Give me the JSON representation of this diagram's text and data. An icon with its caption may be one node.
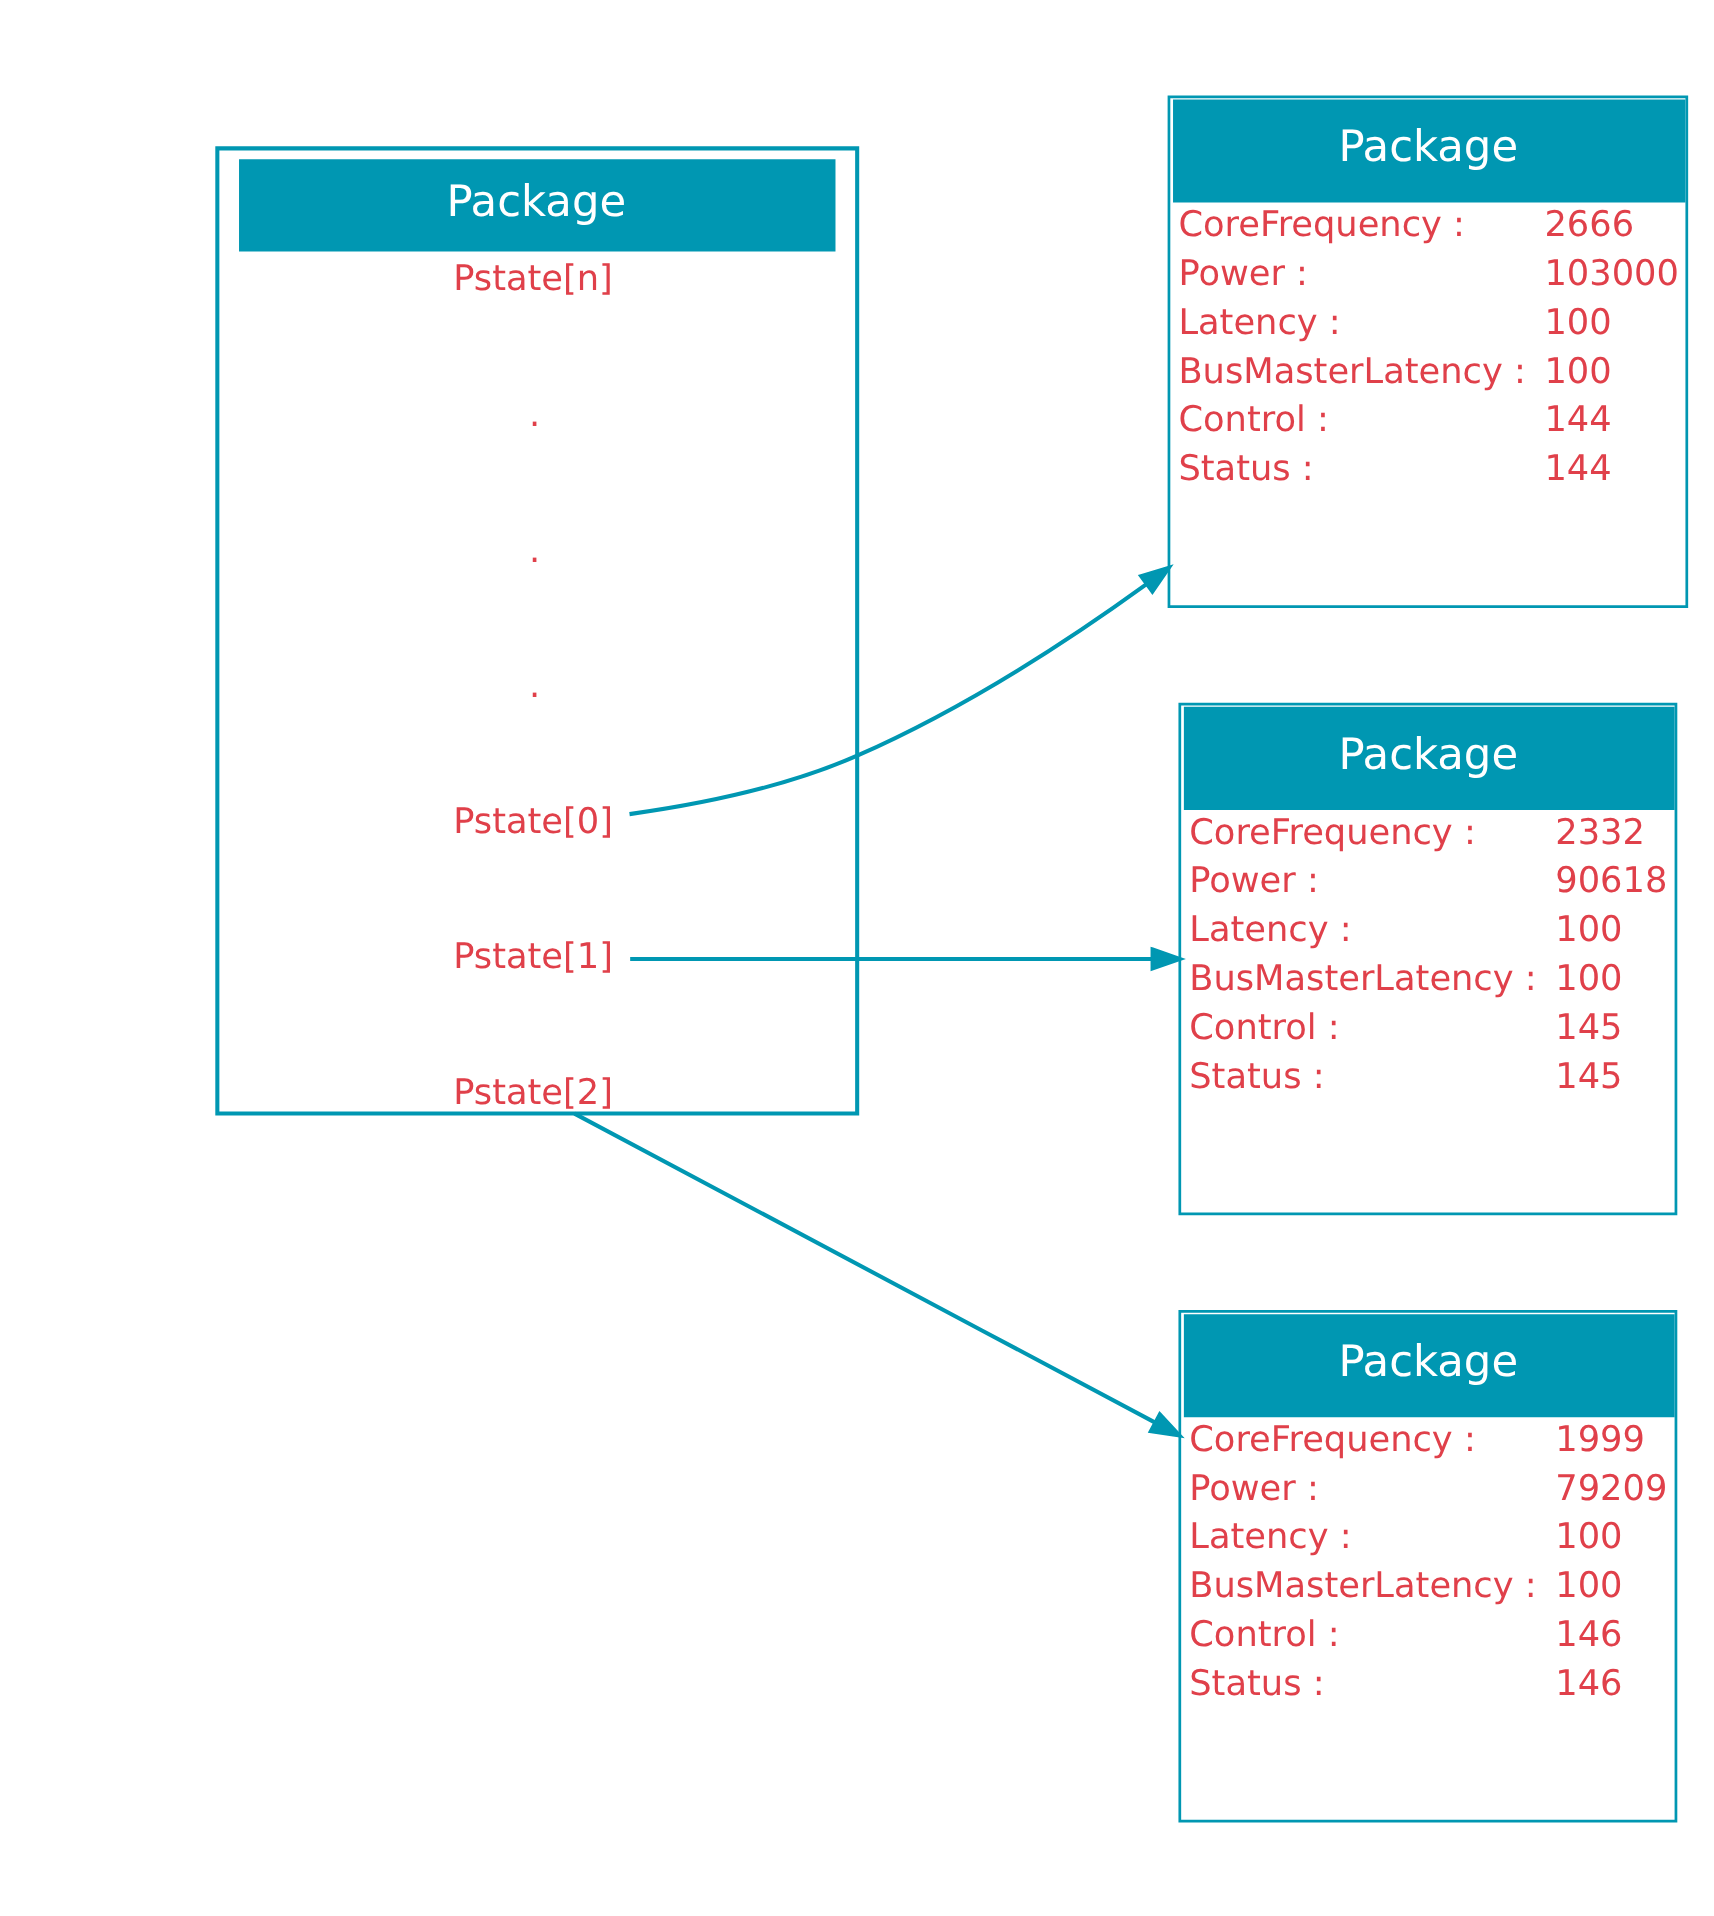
{
  "diagram": {
    "nodes": [
      {
        "text": [
          "Package"
        ]
      },
      {
        "text": [
          "Pstate[0]"
        ],
        "in": 0
      },
      {
        "text": [
          "Pstate[1]"
        ],
        "in": 0
      },
      {
        "text": [
          "Pstate[2]"
        ],
        "in": 0
      },
      {
        "text": [
          "."
        ],
        "in": 0
      },
      {
        "text": [
          "."
        ],
        "in": 0
      },
      {
        "text": [
          "."
        ],
        "in": 0
      },
      {
        "text": [
          "Pstate[n]"
        ],
        "in": 0
      },
      {
        "text": [
          "Package",
          "CoreFrequency :",
          "2666",
          "Power :",
          "103000",
          "Latency :",
          "100",
          "BusMasterLatency :",
          "100",
          "Control :",
          "144",
          "Status :",
          "144"
        ]
      },
      {
        "text": [
          "Package",
          "CoreFrequency :",
          "2332",
          "Power :",
          "90618",
          "Latency :",
          "100",
          "BusMasterLatency :",
          "100",
          "Control :",
          "145",
          "Status :",
          "145"
        ]
      },
      {
        "text": [
          "Package",
          "CoreFrequency :",
          "1999",
          "Power :",
          "79209",
          "Latency :",
          "100",
          "BusMasterLatency :",
          "100",
          "Control :",
          "146",
          "Status :",
          "146"
        ]
      }
    ],
    "edges": [
      {
        "from": 1,
        "to": 8,
        "arrow": "to"
      },
      {
        "from": 2,
        "to": 9,
        "arrow": "to"
      },
      {
        "from": 3,
        "to": 10,
        "arrow": "to"
      }
    ]
  }
}
